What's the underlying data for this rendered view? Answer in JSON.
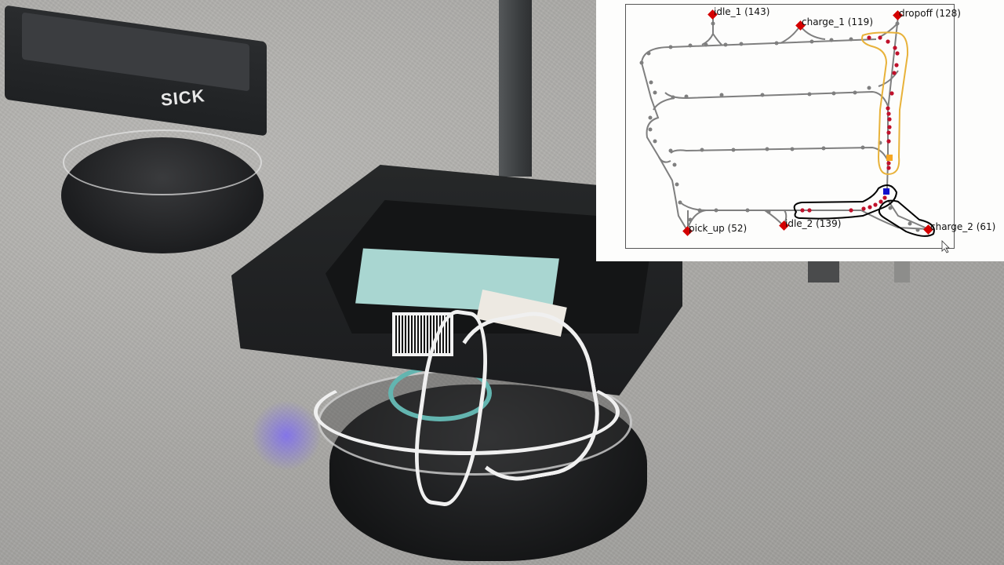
{
  "scene": {
    "description": "Two mobile robots with black crates on grey carpet",
    "robot_back": {
      "brand_label": "SICK"
    },
    "robot_front": {
      "has_barcode_label": true
    }
  },
  "map": {
    "nodes": [
      {
        "id": "idle_1",
        "label": "idle_1 (143)"
      },
      {
        "id": "charge_1",
        "label": "charge_1 (119)"
      },
      {
        "id": "dropoff",
        "label": "dropoff (128)"
      },
      {
        "id": "pick_up",
        "label": "pick_up (52)"
      },
      {
        "id": "idle_2",
        "label": "idle_2 (139)"
      },
      {
        "id": "charge_2",
        "label": "charge_2 (61)"
      }
    ],
    "colors": {
      "edge": "#7f7f7f",
      "station": "#d40000",
      "path_point": "#c0102a",
      "robot_orange": "#f5a623",
      "robot_blue": "#1010cc",
      "orange_hull": "#e8b23a",
      "black_hull": "#000000"
    },
    "robots": [
      {
        "marker": "orange-square",
        "hull_color": "orange"
      },
      {
        "marker": "blue-square",
        "hull_color": "black"
      }
    ]
  }
}
